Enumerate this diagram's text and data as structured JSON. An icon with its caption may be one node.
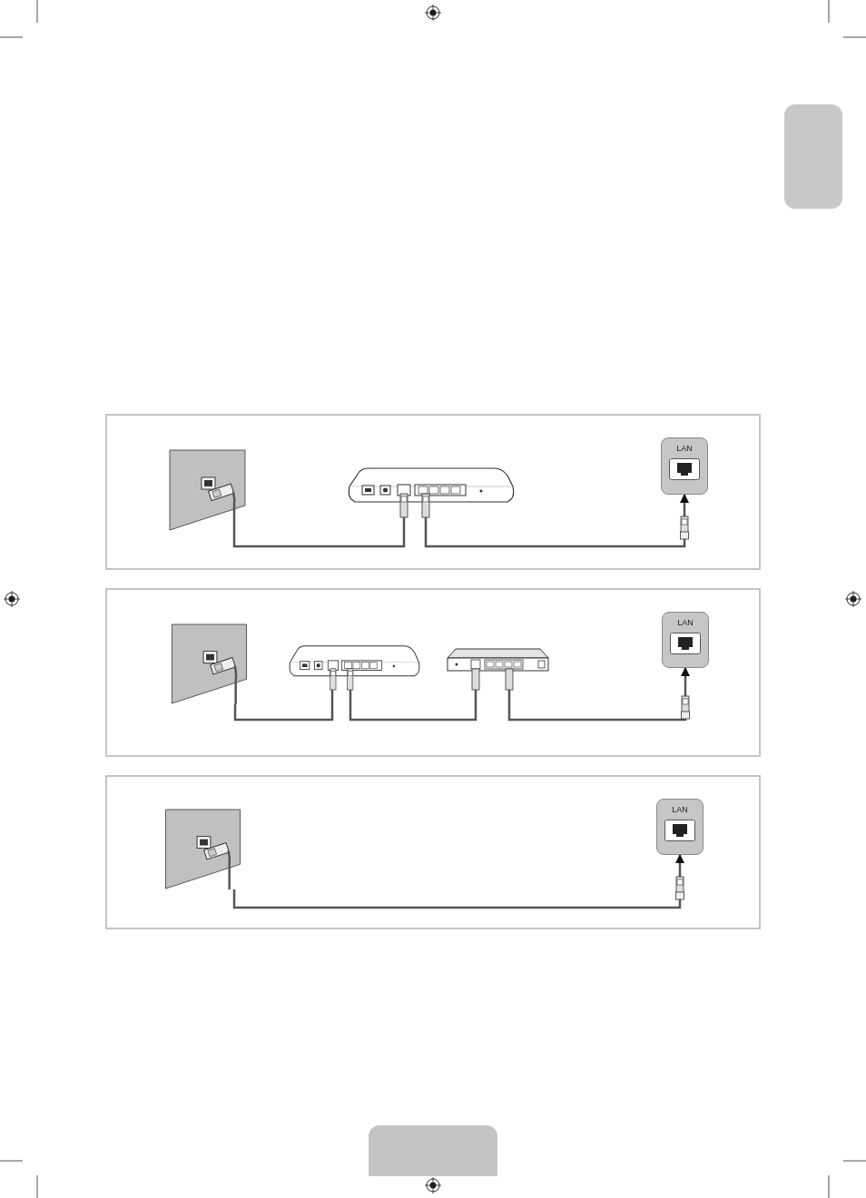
{
  "diagram": {
    "nodes": [
      {
        "text": [],
        "shape": "picture"
      },
      {
        "text": [],
        "shape": "picture"
      },
      {
        "text": [
          "LAN"
        ]
      },
      {
        "text": [],
        "shape": "picture"
      },
      {
        "text": [],
        "shape": "picture"
      },
      {
        "text": [],
        "shape": "picture"
      },
      {
        "text": [
          "LAN"
        ]
      },
      {
        "text": [],
        "shape": "picture"
      },
      {
        "text": [
          "LAN"
        ]
      }
    ],
    "edges": [
      {
        "from": 0,
        "to": 1,
        "arrow": "none"
      },
      {
        "from": 1,
        "to": 2,
        "arrow": "to"
      },
      {
        "from": 3,
        "to": 4,
        "arrow": "none"
      },
      {
        "from": 4,
        "to": 5,
        "arrow": "none"
      },
      {
        "from": 5,
        "to": 6,
        "arrow": "to"
      },
      {
        "from": 7,
        "to": 8,
        "arrow": "to"
      }
    ]
  }
}
